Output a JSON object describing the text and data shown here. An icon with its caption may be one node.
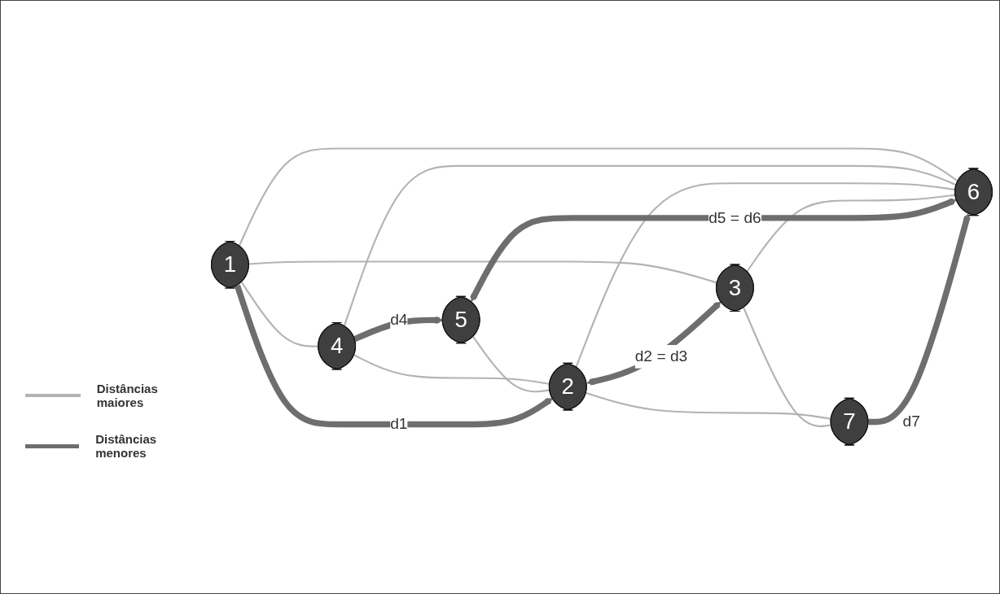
{
  "diagram": {
    "nodes": [
      {
        "text": [
          "1"
        ]
      },
      {
        "text": [
          "2"
        ]
      },
      {
        "text": [
          "3"
        ]
      },
      {
        "text": [
          "4"
        ]
      },
      {
        "text": [
          "5"
        ]
      },
      {
        "text": [
          "6"
        ]
      },
      {
        "text": [
          "7"
        ]
      }
    ],
    "edges": [
      {
        "from": 0,
        "to": 3,
        "arrow": "none"
      },
      {
        "from": 0,
        "to": 5,
        "arrow": "none"
      },
      {
        "from": 0,
        "to": 2,
        "arrow": "none"
      },
      {
        "from": 3,
        "to": 5,
        "arrow": "none"
      },
      {
        "from": 3,
        "to": 1,
        "arrow": "none"
      },
      {
        "from": 4,
        "to": 1,
        "arrow": "none"
      },
      {
        "from": 1,
        "to": 5,
        "arrow": "none"
      },
      {
        "from": 1,
        "to": 6,
        "arrow": "none"
      },
      {
        "from": 2,
        "to": 5,
        "arrow": "none"
      },
      {
        "from": 2,
        "to": 6,
        "arrow": "none"
      },
      {
        "from": 0,
        "to": 1,
        "arrow": "to",
        "label": "d1",
        "style": "thick",
        "color": "#6e6e6e"
      },
      {
        "from": 3,
        "to": 4,
        "arrow": "to",
        "label": "d4",
        "style": "thick",
        "color": "#6e6e6e"
      },
      {
        "from": 4,
        "to": 5,
        "arrow": "both",
        "label": "d5 = d6",
        "style": "thick",
        "color": "#6e6e6e"
      },
      {
        "from": 1,
        "to": 2,
        "arrow": "both",
        "label": "d2 = d3",
        "style": "thick",
        "color": "#6e6e6e"
      },
      {
        "from": 6,
        "to": 5,
        "arrow": "to",
        "label": "d7",
        "style": "thick",
        "color": "#6e6e6e"
      }
    ],
    "legend": [
      {
        "text": "Distâncias maiores"
      },
      {
        "text": "Distâncias menores"
      }
    ]
  }
}
